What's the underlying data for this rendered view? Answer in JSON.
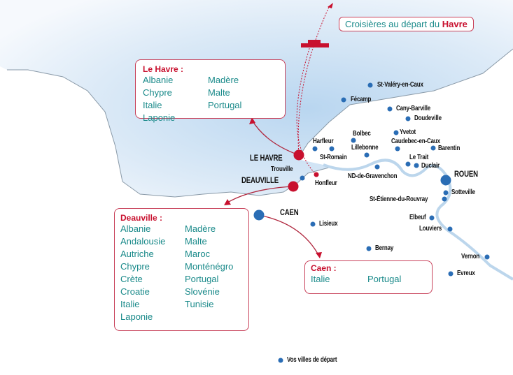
{
  "title": {
    "text": "Croisières au départ du",
    "highlight": "Havre"
  },
  "ports": {
    "le_havre": {
      "heading": "Le Havre :",
      "col1": [
        "Albanie",
        "Chypre",
        "Italie",
        "Laponie"
      ],
      "col2": [
        "Madère",
        "Malte",
        "Portugal"
      ]
    },
    "deauville": {
      "heading": "Deauville :",
      "col1": [
        "Albanie",
        "Andalousie",
        "Autriche",
        "Chypre",
        "Crète",
        "Croatie",
        "Italie",
        "Laponie"
      ],
      "col2": [
        "Madère",
        "Malte",
        "Maroc",
        "Monténégro",
        "Portugal",
        "Slovénie",
        "Tunisie"
      ]
    },
    "caen": {
      "heading": "Caen :",
      "col1": [
        "Italie"
      ],
      "col2": [
        "Portugal"
      ]
    }
  },
  "cities": {
    "le_havre": "LE HAVRE",
    "deauville": "DEAUVILLE",
    "caen": "CAEN",
    "rouen": "ROUEN",
    "st_valery": "St-Valéry-en-Caux",
    "fecamp": "Fécamp",
    "cany": "Cany-Barville",
    "doudeville": "Doudeville",
    "yvetot": "Yvetot",
    "bolbec": "Bolbec",
    "harfleur": "Harfleur",
    "st_romain": "St-Romain",
    "lillebonne": "Lillebonne",
    "caudebec": "Caudebec-en-Caux",
    "barentin": "Barentin",
    "le_trait": "Le Trait",
    "duclair": "Duclair",
    "gravenchon": "ND-de-Gravenchon",
    "sotteville": "Sotteville",
    "st_etienne": "St-Étienne-du-Rouvray",
    "trouville": "Trouville",
    "honfleur": "Honfleur",
    "lisieux": "Lisieux",
    "elbeuf": "Elbeuf",
    "louviers": "Louviers",
    "bernay": "Bernay",
    "vernon": "Vernon",
    "evreux": "Evreux"
  },
  "legend": {
    "label": "Vos villes de départ"
  },
  "colors": {
    "accent": "#c8102e",
    "city": "#2a6db5",
    "text": "#1a8a8a",
    "sea": "#cfe3f5"
  }
}
